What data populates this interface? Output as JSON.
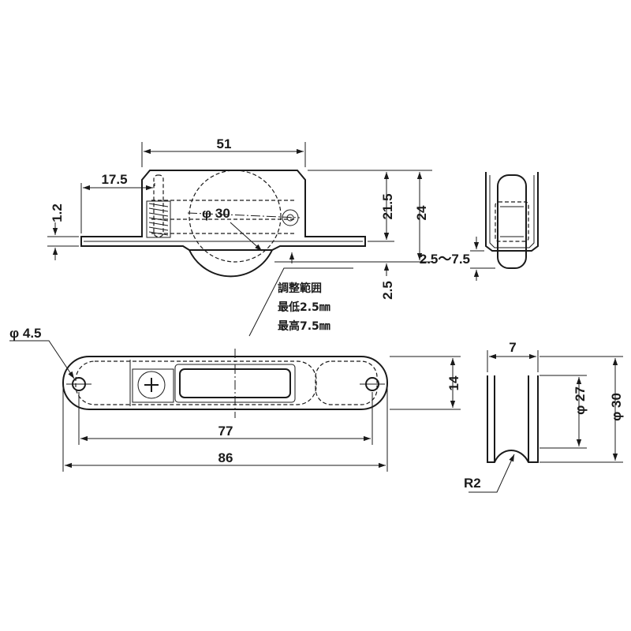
{
  "dimensions": {
    "width_51": "51",
    "offset_17_5": "17.5",
    "thickness_1_2": "1.2",
    "wheel_dia_30": "φ 30",
    "height_21_5": "21.5",
    "height_24": "24",
    "adjust_2_5": "2.5",
    "range_side": "2.5～7.5",
    "hole_4_5": "φ 4.5",
    "pitch_77": "77",
    "length_86": "86",
    "width_14": "14",
    "wheel_width_7": "7",
    "groove_dia_27": "φ 27",
    "outer_dia_30": "φ 30",
    "radius_r2": "R2"
  },
  "adjustment_note": {
    "title": "調整範囲",
    "min": "最低2.5㎜",
    "max": "最高7.5㎜"
  }
}
